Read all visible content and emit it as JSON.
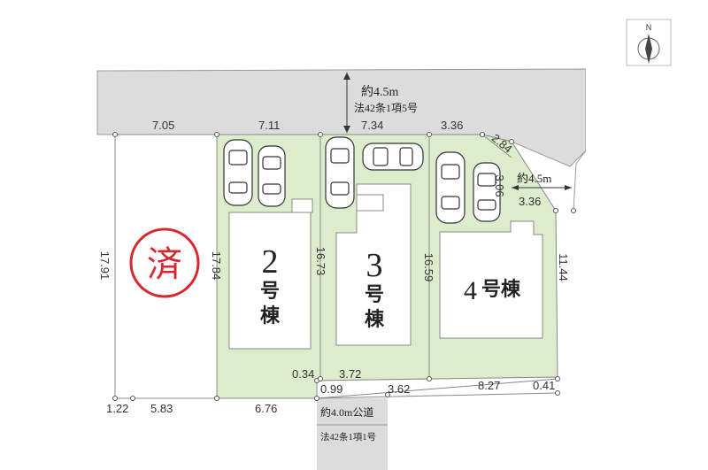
{
  "compass": {
    "label": "N",
    "icon": "north-arrow-icon"
  },
  "top_road": {
    "width": "約4.5m",
    "law": "法42条1項5号"
  },
  "right_road": {
    "width": "約4.5m"
  },
  "bottom_road": {
    "width": "約4.0m公道",
    "law": "法42条1項1号"
  },
  "top_dims": [
    "7.05",
    "7.11",
    "7.34",
    "3.36",
    "2.84"
  ],
  "side_dims": {
    "left": "17.91",
    "lot2_left": "17.84",
    "lot3_left": "16.73",
    "lot4_left": "16.59",
    "right": "11.44",
    "corner_vertical": "3.06",
    "corner_horizontal": "3.36"
  },
  "bottom_dims": {
    "d1": "1.22",
    "d2": "5.83",
    "d3": "6.76",
    "d4": "0.34",
    "d5": "3.72",
    "d6": "0.99",
    "d7": "3.62",
    "d8": "8.27",
    "d9": "0.41"
  },
  "lots": [
    {
      "number": "2",
      "suffix1": "号",
      "suffix2": "棟"
    },
    {
      "number": "3",
      "suffix1": "号",
      "suffix2": "棟"
    },
    {
      "number": "4",
      "label": "号棟"
    }
  ],
  "sold_stamp": "済",
  "colors": {
    "lot_fill": "#ddeccc",
    "road_fill": "#dcdcdc",
    "stamp": "#d9272e"
  }
}
